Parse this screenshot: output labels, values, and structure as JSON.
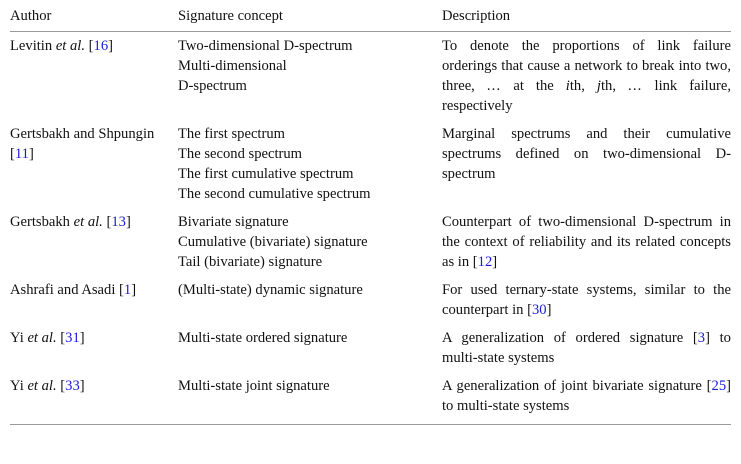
{
  "table": {
    "columns": [
      {
        "label": "Author"
      },
      {
        "label": "Signature concept"
      },
      {
        "label": "Description"
      }
    ],
    "accent_cite_color": "#1b1bd6",
    "rule_color": "#9a9a9a",
    "rows": [
      {
        "author_text": "Levitin ",
        "author_italic": "et al.",
        "author_tail": " [",
        "author_cite": "16",
        "author_close": "]",
        "concepts": [
          "Two-dimensional D-spectrum",
          "Multi-dimensional",
          "D-spectrum"
        ],
        "description_parts": [
          {
            "t": "To denote the proportions of link failure orderings that cause a network to break into two, three, "
          },
          {
            "t": "...",
            "style": "ellipsis"
          },
          {
            "t": " at the "
          },
          {
            "t": "i",
            "style": "italic"
          },
          {
            "t": "th, "
          },
          {
            "t": "j",
            "style": "italic"
          },
          {
            "t": "th, "
          },
          {
            "t": "...",
            "style": "ellipsis"
          },
          {
            "t": " link failure, respectively"
          }
        ]
      },
      {
        "author_text": "Gertsbakh and Shpungin [",
        "author_cite": "11",
        "author_close": "]",
        "concepts": [
          "The first spectrum",
          "The second spectrum",
          "The first cumulative spectrum",
          "The second cumulative spectrum"
        ],
        "description_parts": [
          {
            "t": "Marginal spectrums and their cumulative spectrums defined on two-dimensional D-spectrum"
          }
        ]
      },
      {
        "author_text": "Gertsbakh ",
        "author_italic": "et al.",
        "author_tail": " [",
        "author_cite": "13",
        "author_close": "]",
        "concepts": [
          "Bivariate signature",
          "Cumulative (bivariate) signature",
          "Tail (bivariate) signature"
        ],
        "description_parts": [
          {
            "t": "Counterpart of two-dimensional D-spectrum in the context of reliability and its related concepts as in ["
          },
          {
            "t": "12",
            "style": "cite"
          },
          {
            "t": "]"
          }
        ]
      },
      {
        "author_text": "Ashrafi and Asadi [",
        "author_cite": "1",
        "author_close": "]",
        "concepts": [
          "(Multi-state) dynamic signature"
        ],
        "description_parts": [
          {
            "t": "For used ternary-state systems, similar to the counterpart in ["
          },
          {
            "t": "30",
            "style": "cite"
          },
          {
            "t": "]"
          }
        ]
      },
      {
        "author_text": "Yi ",
        "author_italic": "et al.",
        "author_tail": " [",
        "author_cite": "31",
        "author_close": "]",
        "concepts": [
          "Multi-state ordered signature"
        ],
        "description_parts": [
          {
            "t": "A generalization of ordered signature ["
          },
          {
            "t": "3",
            "style": "cite"
          },
          {
            "t": "] to multi-state systems"
          }
        ]
      },
      {
        "author_text": "Yi ",
        "author_italic": "et al.",
        "author_tail": " [",
        "author_cite": "33",
        "author_close": "]",
        "concepts": [
          "Multi-state joint signature"
        ],
        "description_parts": [
          {
            "t": "A generalization of joint bivariate signature ["
          },
          {
            "t": "25",
            "style": "cite"
          },
          {
            "t": "] to multi-state systems"
          }
        ]
      }
    ]
  }
}
